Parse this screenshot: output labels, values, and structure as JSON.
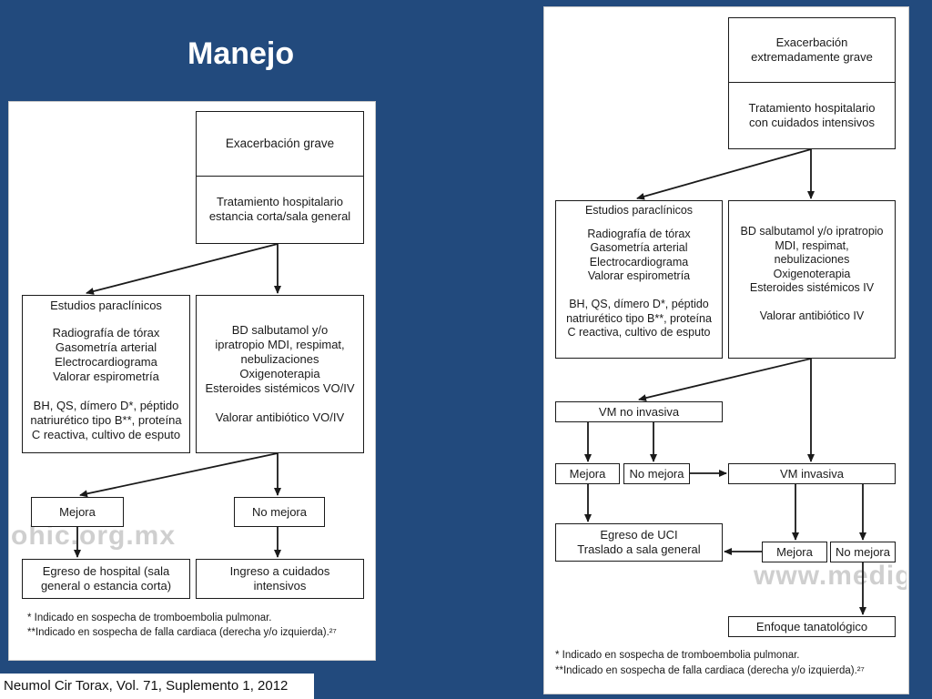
{
  "slide_title": "Manejo",
  "citation": "Neumol Cir Torax, Vol. 71, Suplemento 1, 2012",
  "left": {
    "top_box": {
      "header": "Exacerbación grave",
      "body": "Tratamiento hospitalario\nestancia corta/sala general"
    },
    "studies": {
      "title": "Estudios paraclínicos",
      "body": "Radiografía de tórax\nGasometría arterial\nElectrocardiograma\nValorar espirometría\n\nBH, QS, dímero D*, péptido\nnatriurético tipo B**, proteína\nC reactiva, cultivo de esputo"
    },
    "treatment": "BD salbutamol y/o\nipratropio MDI, respimat,\nnebulizaciones\nOxigenoterapia\nEsteroides sistémicos VO/IV\n\nValorar antibiótico VO/IV",
    "mejora": "Mejora",
    "no_mejora": "No mejora",
    "egreso": "Egreso de hospital (sala\ngeneral o estancia corta)",
    "ingreso": "Ingreso a cuidados\nintensivos",
    "note1": "* Indicado en sospecha de tromboembolia pulmonar.",
    "note2": "**Indicado en sospecha de falla cardiaca (derecha y/o izquierda).²⁷",
    "watermark": "ohic.org.mx"
  },
  "right": {
    "top_box": {
      "header": "Exacerbación\nextremadamente grave",
      "body": "Tratamiento hospitalario\ncon cuidados intensivos"
    },
    "studies": {
      "title": "Estudios paraclínicos",
      "body": "Radiografía de tórax\nGasometría arterial\nElectrocardiograma\nValorar espirometría\n\nBH, QS, dímero D*, péptido\nnatriurético tipo B**, proteína\nC reactiva, cultivo de esputo"
    },
    "treatment": "BD salbutamol y/o ipratropio\nMDI, respimat,\nnebulizaciones\nOxigenoterapia\nEsteroides sistémicos IV\n\nValorar antibiótico IV",
    "vm_no_invasiva": "VM no invasiva",
    "mejora": "Mejora",
    "no_mejora": "No mejora",
    "vm_invasiva": "VM invasiva",
    "egreso_uci": "Egreso de UCI\nTraslado a sala general",
    "mejora2": "Mejora",
    "no_mejora2": "No mejora",
    "enfoque": "Enfoque tanatológico",
    "note1": "* Indicado en sospecha de tromboembolia pulmonar.",
    "note2": "**Indicado en sospecha de falla cardiaca (derecha y/o izquierda).²⁷",
    "watermark": "www.medig"
  }
}
